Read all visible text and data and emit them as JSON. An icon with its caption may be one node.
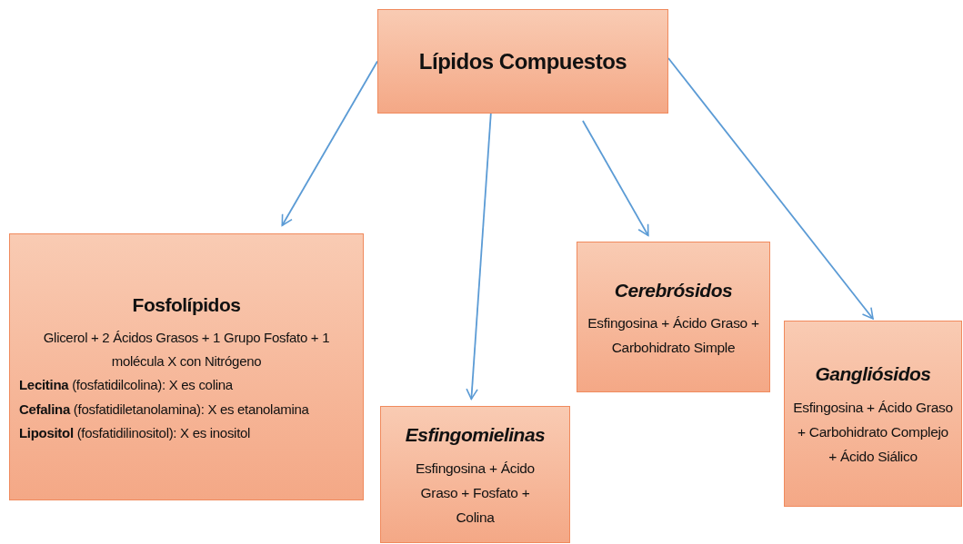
{
  "diagram": {
    "nodes": [
      {
        "text": [
          "Lípidos Compuestos"
        ]
      },
      {
        "text": [
          "Fosfolípidos",
          "Glicerol + 2 Ácidos Grasos + 1 Grupo Fosfato + 1 molécula X con Nitrógeno",
          "**Lecitina** (fosfatidilcolina): X es colina",
          "**Cefalina** (fosfatidiletanolamina): X es etanolamina",
          "**Lipositol** (fosfatidilinositol): X es inositol"
        ]
      },
      {
        "text": [
          "Esfingomielinas",
          "Esfingosina + Ácido Graso + Fosfato + Colina"
        ]
      },
      {
        "text": [
          "Cerebrósidos",
          "Esfingosina + Ácido Graso + Carbohidrato Simple"
        ]
      },
      {
        "text": [
          "Gangliósidos",
          "Esfingosina + Ácido Graso + Carbohidrato Complejo + Ácido Siálico"
        ]
      }
    ],
    "edges": [
      {
        "from": 0,
        "to": 1,
        "arrow": "to"
      },
      {
        "from": 0,
        "to": 2,
        "arrow": "to"
      },
      {
        "from": 0,
        "to": 3,
        "arrow": "to"
      },
      {
        "from": 0,
        "to": 4,
        "arrow": "to"
      }
    ]
  }
}
